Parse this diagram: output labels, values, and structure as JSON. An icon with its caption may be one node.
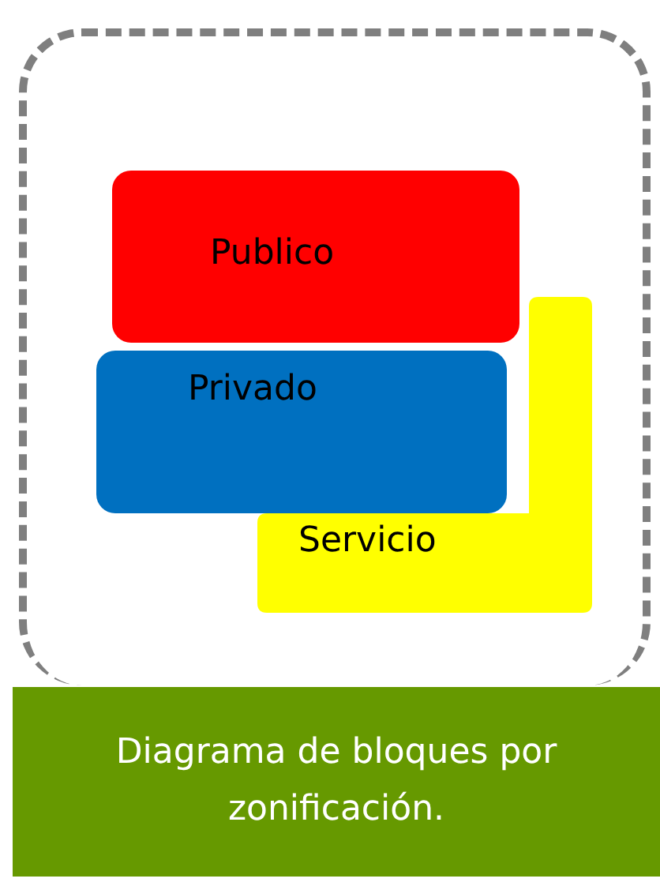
{
  "diagram": {
    "caption": "Diagrama de bloques por zonificación.",
    "nodes": [
      {
        "text": [],
        "shape": "box"
      },
      {
        "text": [
          "Publico"
        ],
        "in": 0
      },
      {
        "text": [
          "Privado"
        ],
        "in": 0
      },
      {
        "text": [
          "Servicio"
        ],
        "in": 0
      }
    ],
    "edges": []
  }
}
